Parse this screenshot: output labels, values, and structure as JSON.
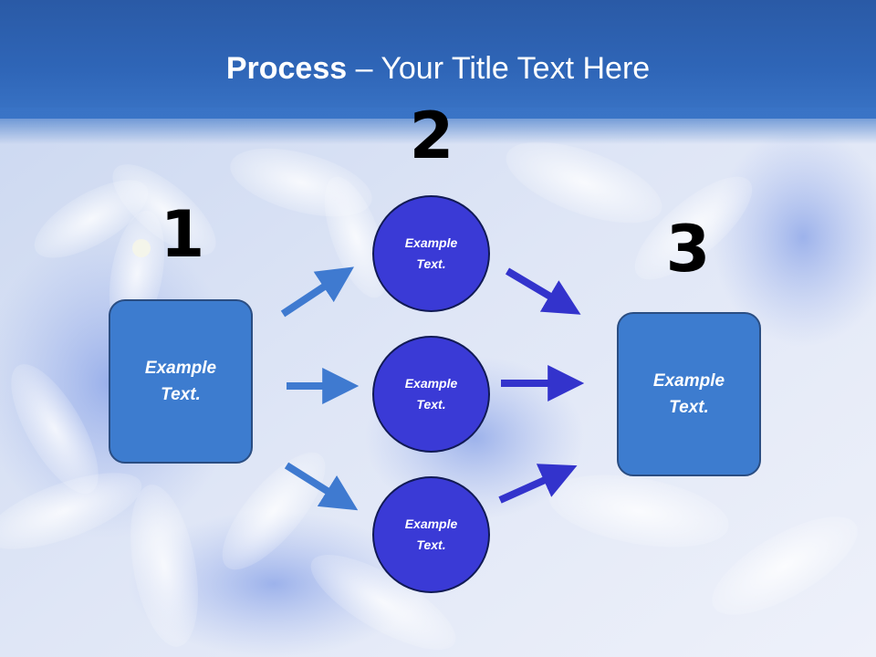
{
  "title": {
    "bold": "Process",
    "rest": " – Your Title Text Here"
  },
  "steps": [
    {
      "number": "1",
      "text": "Example\nText."
    },
    {
      "number": "2"
    },
    {
      "number": "3",
      "text": "Example\nText."
    }
  ],
  "circles": [
    {
      "text": "Example\nText."
    },
    {
      "text": "Example\nText."
    },
    {
      "text": "Example\nText."
    }
  ],
  "colors": {
    "title_bar": "#2f66b8",
    "box_fill": "#3d7ccf",
    "circle_fill": "#3a3ad6",
    "arrow_left": "#3f7ad0",
    "arrow_right": "#3333cc"
  }
}
